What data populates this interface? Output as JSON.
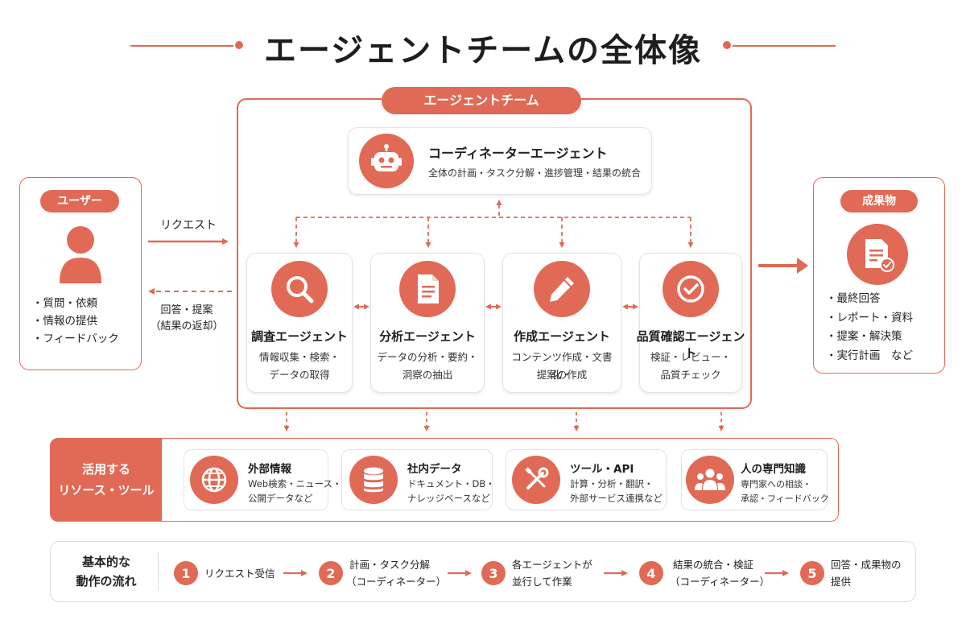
{
  "title": "エージェントチームの全体像",
  "colors": {
    "accent": "#e06a55",
    "frame": "#e06a55"
  },
  "user": {
    "label": "ユーザー",
    "icon": "person-icon",
    "items": [
      "質問・依頼",
      "情報の提供",
      "フィードバック"
    ]
  },
  "flows": {
    "request": "リクエスト",
    "reply_line1": "回答・提案",
    "reply_line2": "（結果の返却）"
  },
  "team": {
    "label": "エージェントチーム",
    "coordinator": {
      "icon": "robot-icon",
      "title": "コーディネーターエージェント",
      "desc": "全体の計画・タスク分解・進捗管理・結果の統合"
    },
    "agents": [
      {
        "icon": "magnifier-icon",
        "title": "調査エージェント",
        "desc1": "情報収集・検索・",
        "desc2": "データの取得"
      },
      {
        "icon": "document-icon",
        "title": "分析エージェント",
        "desc1": "データの分析・要約・",
        "desc2": "洞察の抽出"
      },
      {
        "icon": "pencil-icon",
        "title": "作成エージェント",
        "desc1": "コンテンツ作成・文書化・",
        "desc2": "提案の作成"
      },
      {
        "icon": "check-circle-icon",
        "title": "品質確認エージェント",
        "desc1": "検証・レビュー・",
        "desc2": "品質チェック"
      }
    ]
  },
  "output": {
    "label": "成果物",
    "icon": "report-check-icon",
    "items": [
      "最終回答",
      "レポート・資料",
      "提案・解決策",
      "実行計画　など"
    ]
  },
  "resources": {
    "head_line1": "活用する",
    "head_line2": "リソース・ツール",
    "items": [
      {
        "icon": "globe-icon",
        "title": "外部情報",
        "desc1": "Web検索・ニュース・",
        "desc2": "公開データなど"
      },
      {
        "icon": "database-icon",
        "title": "社内データ",
        "desc1": "ドキュメント・DB・",
        "desc2": "ナレッジベースなど"
      },
      {
        "icon": "tools-icon",
        "title": "ツール・API",
        "desc1": "計算・分析・翻訳・",
        "desc2": "外部サービス連携など"
      },
      {
        "icon": "people-icon",
        "title": "人の専門知識",
        "desc1": "専門家への相談・",
        "desc2": "承認・フィードバック"
      }
    ]
  },
  "steps": {
    "head_line1": "基本的な",
    "head_line2": "動作の流れ",
    "items": [
      {
        "num": "1",
        "line1": "リクエスト受信",
        "line2": ""
      },
      {
        "num": "2",
        "line1": "計画・タスク分解",
        "line2": "（コーディネーター）"
      },
      {
        "num": "3",
        "line1": "各エージェントが",
        "line2": "並行して作業"
      },
      {
        "num": "4",
        "line1": "結果の統合・検証",
        "line2": "（コーディネーター）"
      },
      {
        "num": "5",
        "line1": "回答・成果物の",
        "line2": "提供"
      }
    ]
  }
}
